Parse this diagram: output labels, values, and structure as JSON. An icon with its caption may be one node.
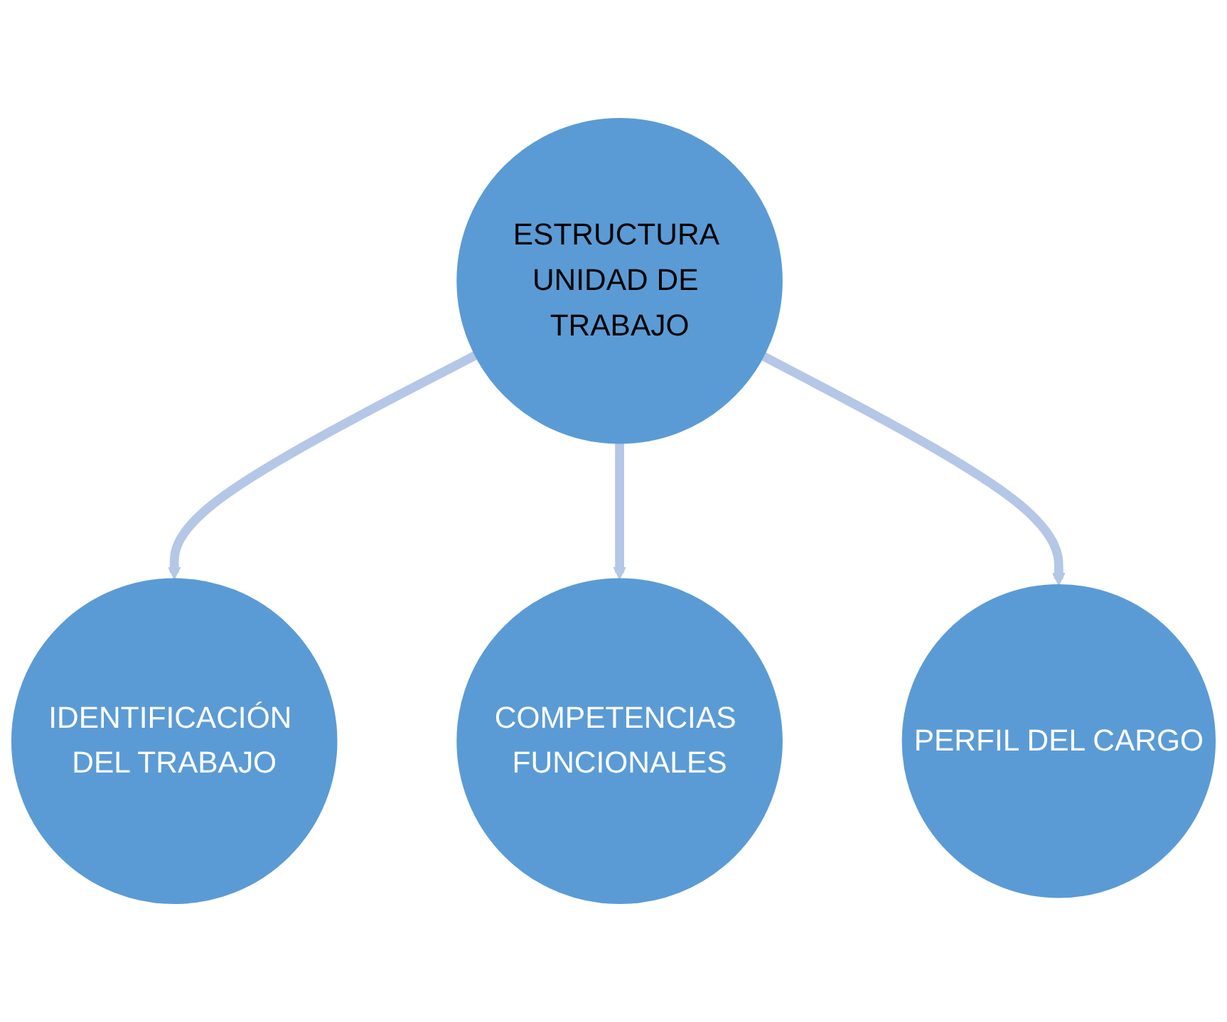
{
  "diagram": {
    "nodes": [
      {
        "text": [
          "IDENTIFICACIÓN DEL TRABAJO"
        ]
      },
      {
        "text": [
          "ESTRUCTURA UNIDAD DE TRABAJO"
        ]
      },
      {
        "text": [
          "COMPETENCIAS FUNCIONALES"
        ]
      },
      {
        "text": [
          "PERFIL DEL CARGO"
        ]
      }
    ],
    "edges": [
      {
        "from": 1,
        "to": 0,
        "arrow": "to"
      },
      {
        "from": 1,
        "to": 2,
        "arrow": "to"
      },
      {
        "from": 1,
        "to": 3,
        "arrow": "to"
      }
    ]
  }
}
